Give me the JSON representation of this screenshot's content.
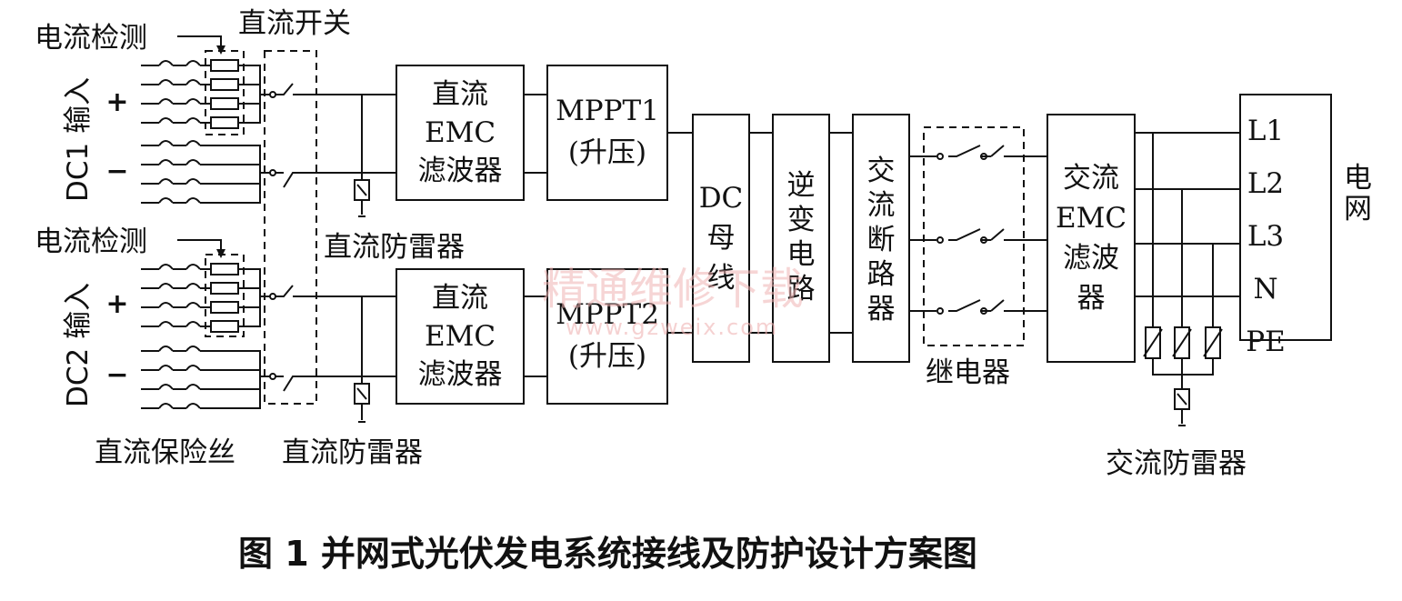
{
  "labels": {
    "current_detect_1": "电流检测",
    "current_detect_2": "电流检测",
    "dc_switch": "直流开关",
    "dc1_input": "DC1 输入",
    "dc2_input": "DC2 输入",
    "plus_1": "+",
    "minus_1": "−",
    "plus_2": "+",
    "minus_2": "−",
    "dc_arrester_top": "直流防雷器",
    "dc_fuse": "直流保险丝",
    "dc_arrester_bottom": "直流防雷器",
    "relay": "继电器",
    "ac_arrester": "交流防雷器",
    "grid": "电网"
  },
  "blocks": {
    "dc_emc_1": [
      "直流",
      "EMC",
      "滤波器"
    ],
    "dc_emc_2": [
      "直流",
      "EMC",
      "滤波器"
    ],
    "mppt1": [
      "MPPT1",
      "(升压)"
    ],
    "mppt2": [
      "MPPT2",
      "(升压)"
    ],
    "dc_bus": [
      "DC",
      "母",
      "线"
    ],
    "inverter": [
      "逆",
      "变",
      "电",
      "路"
    ],
    "ac_breaker": [
      "交",
      "流",
      "断",
      "路",
      "器"
    ],
    "ac_emc": [
      "交流",
      "EMC",
      "滤波",
      "器"
    ],
    "grid_terminal": [
      "L1",
      "L2",
      "L3",
      "N",
      "PE"
    ]
  },
  "watermark": {
    "text": "精通维修下载",
    "url": "www.gzweix.com"
  },
  "caption": "图 1   并网式光伏发电系统接线及防护设计方案图"
}
